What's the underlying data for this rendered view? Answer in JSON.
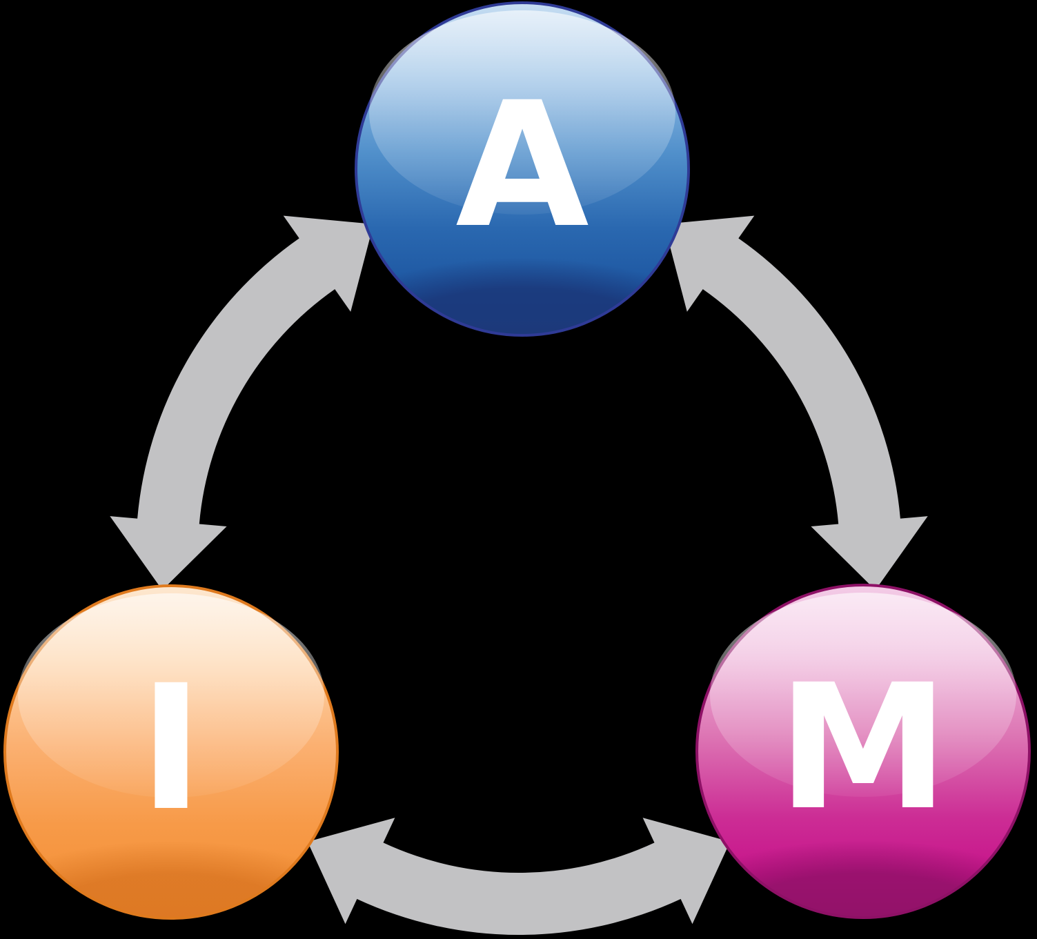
{
  "background_color": "#000000",
  "diagram": {
    "type": "cycle",
    "description": "Three glossy spheres labelled A, I and M connected by gray curved double-headed arrows forming a cycle",
    "nodes": [
      {
        "id": "a",
        "label": "A",
        "position": "top",
        "color": "#1c55a0",
        "color_light": "#c6ddf2",
        "rim_color": "#2f3b96",
        "label_color": "#ffffff"
      },
      {
        "id": "i",
        "label": "I",
        "position": "bottom-left",
        "color": "#f28e33",
        "color_light": "#fde7cf",
        "rim_color": "#df7a1e",
        "label_color": "#ffffff"
      },
      {
        "id": "m",
        "label": "M",
        "position": "bottom-right",
        "color": "#c7138a",
        "color_light": "#f3cbe6",
        "rim_color": "#8e1166",
        "label_color": "#ffffff"
      }
    ],
    "connections": [
      {
        "from": "a",
        "to": "i",
        "style": "curved-double-headed-arrow"
      },
      {
        "from": "a",
        "to": "m",
        "style": "curved-double-headed-arrow"
      },
      {
        "from": "i",
        "to": "m",
        "style": "curved-double-headed-arrow"
      }
    ],
    "arrow_color": "#c2c2c4"
  }
}
